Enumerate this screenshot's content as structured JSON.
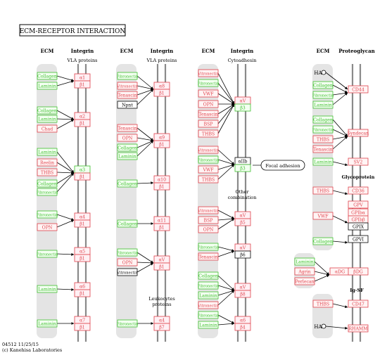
{
  "title": "ECM-RECEPTOR INTERACTION",
  "footer": {
    "code": "04512 11/25/15",
    "copyright": "(c) Kanehisa Laboratories"
  },
  "colors": {
    "red": "#e0414b",
    "red_fill": "#fff4f4",
    "green": "#3fbf2f",
    "green_fill": "#f3fff1",
    "black": "#000000",
    "lane": "#e4e4e4",
    "rail": "#8a8a8a",
    "integrin_fill": "#fff0f4"
  },
  "column_headers": [
    {
      "id": "ecm1",
      "text": "ECM"
    },
    {
      "id": "int1",
      "text": "Integrin"
    },
    {
      "id": "ecm2",
      "text": "ECM"
    },
    {
      "id": "int2",
      "text": "Integrin"
    },
    {
      "id": "ecm3",
      "text": "ECM"
    },
    {
      "id": "int3",
      "text": "Integrin"
    },
    {
      "id": "ecm4",
      "text": "ECM"
    },
    {
      "id": "prot",
      "text": "Proteoglycan"
    }
  ],
  "annotations": [
    {
      "id": "vla1",
      "text": "VLA proteins"
    },
    {
      "id": "vla2",
      "text": "VLA proteins"
    },
    {
      "id": "cytoadhesin",
      "text": "Cytoadhesin"
    },
    {
      "id": "other1",
      "text": "Other"
    },
    {
      "id": "other2",
      "text": "combination"
    },
    {
      "id": "leuko1",
      "text": "Leukocytes"
    },
    {
      "id": "leuko2",
      "text": "proteins"
    },
    {
      "id": "glycoprotein",
      "text": "Glycoprotein"
    },
    {
      "id": "igsf",
      "text": "Ig-SF"
    },
    {
      "id": "ha1",
      "text": "HA"
    },
    {
      "id": "ha2",
      "text": "HA"
    }
  ],
  "focal_adhesion": "Focal adhesion",
  "nodes": [
    {
      "id": "c1_collagen1",
      "label": "Collagen",
      "color": "green"
    },
    {
      "id": "c1_laminin1",
      "label": "Laminin",
      "color": "green"
    },
    {
      "id": "c1_collagen2",
      "label": "Collagen",
      "color": "green"
    },
    {
      "id": "c1_laminin2",
      "label": "Laminin",
      "color": "green"
    },
    {
      "id": "c1_chad",
      "label": "Chad",
      "color": "red"
    },
    {
      "id": "c1_laminin3",
      "label": "Laminin",
      "color": "green"
    },
    {
      "id": "c1_reelin",
      "label": "Reelin",
      "color": "red"
    },
    {
      "id": "c1_thbs",
      "label": "THBS",
      "color": "red"
    },
    {
      "id": "c1_collagen3",
      "label": "Collagen",
      "color": "green"
    },
    {
      "id": "c1_fibronectin1",
      "label": "Fibronectin",
      "color": "green"
    },
    {
      "id": "c1_fibronectin2",
      "label": "Fibronectin",
      "color": "green"
    },
    {
      "id": "c1_opn",
      "label": "OPN",
      "color": "red"
    },
    {
      "id": "c1_fibronectin3",
      "label": "Fibronectin",
      "color": "green"
    },
    {
      "id": "c1_laminin4",
      "label": "Laminin",
      "color": "green"
    },
    {
      "id": "c1_laminin5",
      "label": "Laminin",
      "color": "green"
    },
    {
      "id": "i1_a1",
      "label": "α1",
      "color": "red"
    },
    {
      "id": "i1_b1a",
      "label": "β1",
      "color": "red"
    },
    {
      "id": "i1_a2",
      "label": "α2",
      "color": "red"
    },
    {
      "id": "i1_b1b",
      "label": "β1",
      "color": "red"
    },
    {
      "id": "i1_a3",
      "label": "α3",
      "color": "green"
    },
    {
      "id": "i1_b1c",
      "label": "β1",
      "color": "red"
    },
    {
      "id": "i1_a4",
      "label": "α4",
      "color": "red"
    },
    {
      "id": "i1_b1d",
      "label": "β1",
      "color": "red"
    },
    {
      "id": "i1_a5",
      "label": "α5",
      "color": "red"
    },
    {
      "id": "i1_b1e",
      "label": "β1",
      "color": "red"
    },
    {
      "id": "i1_a6",
      "label": "α6",
      "color": "red"
    },
    {
      "id": "i1_b1f",
      "label": "β1",
      "color": "red"
    },
    {
      "id": "i1_a7",
      "label": "α7",
      "color": "red"
    },
    {
      "id": "i1_b1g",
      "label": "β1",
      "color": "red"
    },
    {
      "id": "c2_fibronectin1",
      "label": "Fibronectin",
      "color": "green"
    },
    {
      "id": "c2_vitronectin1",
      "label": "Vitronectin",
      "color": "red"
    },
    {
      "id": "c2_tenascin1",
      "label": "Tenascin",
      "color": "red"
    },
    {
      "id": "c2_npnt",
      "label": "Npnt",
      "color": "black"
    },
    {
      "id": "c2_tenascin2",
      "label": "Tenascin",
      "color": "red"
    },
    {
      "id": "c2_opn",
      "label": "OPN",
      "color": "red"
    },
    {
      "id": "c2_collagen1",
      "label": "Collagen",
      "color": "green"
    },
    {
      "id": "c2_laminin1",
      "label": "Laminin",
      "color": "green"
    },
    {
      "id": "c2_collagen2",
      "label": "Collagen",
      "color": "green"
    },
    {
      "id": "c2_collagen3",
      "label": "Collagen",
      "color": "green"
    },
    {
      "id": "c2_fibronectin2",
      "label": "Fibronectin",
      "color": "green"
    },
    {
      "id": "c2_opn2",
      "label": "OPN",
      "color": "red"
    },
    {
      "id": "c2_vitronectin2",
      "label": "Vitronectin",
      "color": "black"
    },
    {
      "id": "c2_fibronectin3",
      "label": "Fibronectin",
      "color": "green"
    },
    {
      "id": "i2_a8",
      "label": "α8",
      "color": "red"
    },
    {
      "id": "i2_b1a",
      "label": "β1",
      "color": "red"
    },
    {
      "id": "i2_a9",
      "label": "α9",
      "color": "red"
    },
    {
      "id": "i2_b1b",
      "label": "β1",
      "color": "red"
    },
    {
      "id": "i2_a10",
      "label": "α10",
      "color": "red"
    },
    {
      "id": "i2_b1c",
      "label": "β1",
      "color": "red"
    },
    {
      "id": "i2_a11",
      "label": "α11",
      "color": "red"
    },
    {
      "id": "i2_b1d",
      "label": "β1",
      "color": "red"
    },
    {
      "id": "i2_av",
      "label": "αV",
      "color": "red"
    },
    {
      "id": "i2_b1e",
      "label": "β1",
      "color": "red"
    },
    {
      "id": "i2_a4",
      "label": "α4",
      "color": "red"
    },
    {
      "id": "i2_b7",
      "label": "β7",
      "color": "red"
    },
    {
      "id": "c3_vitronectin1",
      "label": "Vitronectin",
      "color": "red"
    },
    {
      "id": "c3_fibronectin1",
      "label": "Fibronectin",
      "color": "green"
    },
    {
      "id": "c3_vwf1",
      "label": "VWF",
      "color": "red"
    },
    {
      "id": "c3_opn1",
      "label": "OPN",
      "color": "red"
    },
    {
      "id": "c3_tenascin1",
      "label": "Tenascin",
      "color": "red"
    },
    {
      "id": "c3_bsp1",
      "label": "BSP",
      "color": "red"
    },
    {
      "id": "c3_thbs1",
      "label": "THBS",
      "color": "red"
    },
    {
      "id": "c3_vitronectin2",
      "label": "Vitronectin",
      "color": "red"
    },
    {
      "id": "c3_fibronectin2",
      "label": "Fibronectin",
      "color": "green"
    },
    {
      "id": "c3_vwf2",
      "label": "VWF",
      "color": "red"
    },
    {
      "id": "c3_thbs2",
      "label": "THBS",
      "color": "red"
    },
    {
      "id": "c3_vitronectin3",
      "label": "Vitronectin",
      "color": "red"
    },
    {
      "id": "c3_bsp2",
      "label": "BSP",
      "color": "red"
    },
    {
      "id": "c3_opn2",
      "label": "OPN",
      "color": "red"
    },
    {
      "id": "c3_fibronectin3",
      "label": "Fibronectin",
      "color": "green"
    },
    {
      "id": "c3_tenascin2",
      "label": "Tenascin",
      "color": "red"
    },
    {
      "id": "c3_collagen1",
      "label": "Collagen",
      "color": "green"
    },
    {
      "id": "c3_fibronectin4",
      "label": "Fibronectin",
      "color": "green"
    },
    {
      "id": "c3_laminin1",
      "label": "Laminin",
      "color": "green"
    },
    {
      "id": "c3_vitronectin4",
      "label": "Vitronectin",
      "color": "red"
    },
    {
      "id": "c3_fibronectin5",
      "label": "Fibronectin",
      "color": "green"
    },
    {
      "id": "c3_laminin2",
      "label": "Laminin",
      "color": "green"
    },
    {
      "id": "i3_av1",
      "label": "αV",
      "color": "red"
    },
    {
      "id": "i3_b3a",
      "label": "β3",
      "color": "green"
    },
    {
      "id": "i3_a2b",
      "label": "αIIb",
      "color": "black"
    },
    {
      "id": "i3_b3b",
      "label": "β3",
      "color": "green"
    },
    {
      "id": "i3_av2",
      "label": "αV",
      "color": "red"
    },
    {
      "id": "i3_b5",
      "label": "β5",
      "color": "red"
    },
    {
      "id": "i3_av3",
      "label": "αV",
      "color": "red"
    },
    {
      "id": "i3_b6",
      "label": "β6",
      "color": "black"
    },
    {
      "id": "i3_av4",
      "label": "αV",
      "color": "red"
    },
    {
      "id": "i3_b8",
      "label": "β8",
      "color": "red"
    },
    {
      "id": "i3_a6",
      "label": "α6",
      "color": "red"
    },
    {
      "id": "i3_b4",
      "label": "β4",
      "color": "red"
    },
    {
      "id": "c4_collagen1",
      "label": "Collagen",
      "color": "green"
    },
    {
      "id": "c4_fibronectin1",
      "label": "Fibronectin",
      "color": "green"
    },
    {
      "id": "c4_laminin1",
      "label": "Laminin",
      "color": "green"
    },
    {
      "id": "c4_collagen2",
      "label": "Collagen",
      "color": "green"
    },
    {
      "id": "c4_fibronectin2",
      "label": "Fibronectin",
      "color": "green"
    },
    {
      "id": "c4_thbs1",
      "label": "THBS",
      "color": "red"
    },
    {
      "id": "c4_tenascin1",
      "label": "Tenascin",
      "color": "red"
    },
    {
      "id": "c4_laminin2",
      "label": "Laminin",
      "color": "green"
    },
    {
      "id": "c4_thbs2",
      "label": "THBS",
      "color": "red"
    },
    {
      "id": "c4_vwf",
      "label": "VWF",
      "color": "red"
    },
    {
      "id": "c4_collagen3",
      "label": "Collagen",
      "color": "green"
    },
    {
      "id": "c4_laminin3",
      "label": "Laminin",
      "color": "green"
    },
    {
      "id": "c4_agrin",
      "label": "Agrin",
      "color": "red"
    },
    {
      "id": "c4_perlecan",
      "label": "Perlecan",
      "color": "red"
    },
    {
      "id": "c4_thbs3",
      "label": "THBS",
      "color": "red"
    },
    {
      "id": "p_cd44",
      "label": "CD44",
      "color": "red"
    },
    {
      "id": "p_syndecan",
      "label": "Syndecan",
      "color": "red"
    },
    {
      "id": "p_sv2",
      "label": "SV2",
      "color": "red"
    },
    {
      "id": "p_cd36",
      "label": "CD36",
      "color": "red"
    },
    {
      "id": "p_gpv",
      "label": "GPV",
      "color": "red"
    },
    {
      "id": "p_gpiba",
      "label": "GPIbα",
      "color": "red"
    },
    {
      "id": "p_gpibb",
      "label": "GPIbβ",
      "color": "red"
    },
    {
      "id": "p_gpix",
      "label": "GPIX",
      "color": "black"
    },
    {
      "id": "p_gpvi",
      "label": "GPVI",
      "color": "black"
    },
    {
      "id": "p_adg",
      "label": "αDG",
      "color": "red"
    },
    {
      "id": "p_bdg",
      "label": "βDG",
      "color": "red"
    },
    {
      "id": "p_cd47",
      "label": "CD47",
      "color": "red"
    },
    {
      "id": "p_rhamm",
      "label": "RHAMM",
      "color": "red"
    }
  ]
}
